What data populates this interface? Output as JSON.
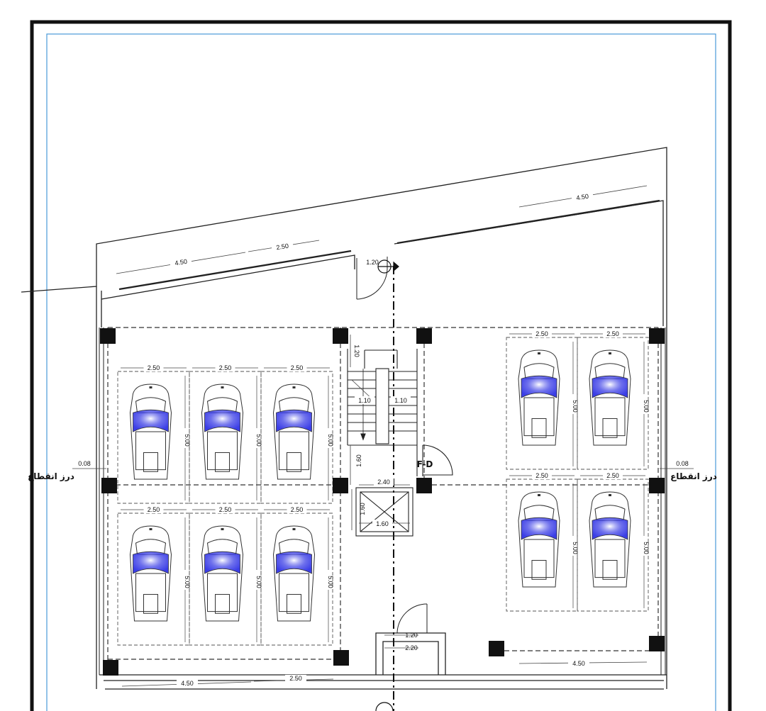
{
  "plan": {
    "colors": {
      "line": "#222222",
      "dim_line": "#444444",
      "accent_border": "#4a9ad8",
      "car_windshield": "#3b3ee6",
      "column": "#111111"
    },
    "top_dims": [
      "4.50",
      "2.50",
      "4.50",
      "1.20"
    ],
    "bottom_dims": [
      "4.50",
      "2.50",
      "4.50",
      "1.20",
      "2.20"
    ],
    "left_bay_width": "2.50",
    "bay_length": "5.00",
    "stair_dims": {
      "landing": "1.20",
      "flight_left": "1.10",
      "flight_right": "1.10",
      "half_landing": "1.60",
      "lobby": "2.40",
      "shaft_w": "1.60",
      "shaft_h": "1.60"
    },
    "door_label": "F-D",
    "joint_label": "درز انقطاع",
    "joint_gap": "0.08",
    "left_rows": 2,
    "left_cols": 3,
    "right_rows": 2,
    "right_cols": 2
  }
}
